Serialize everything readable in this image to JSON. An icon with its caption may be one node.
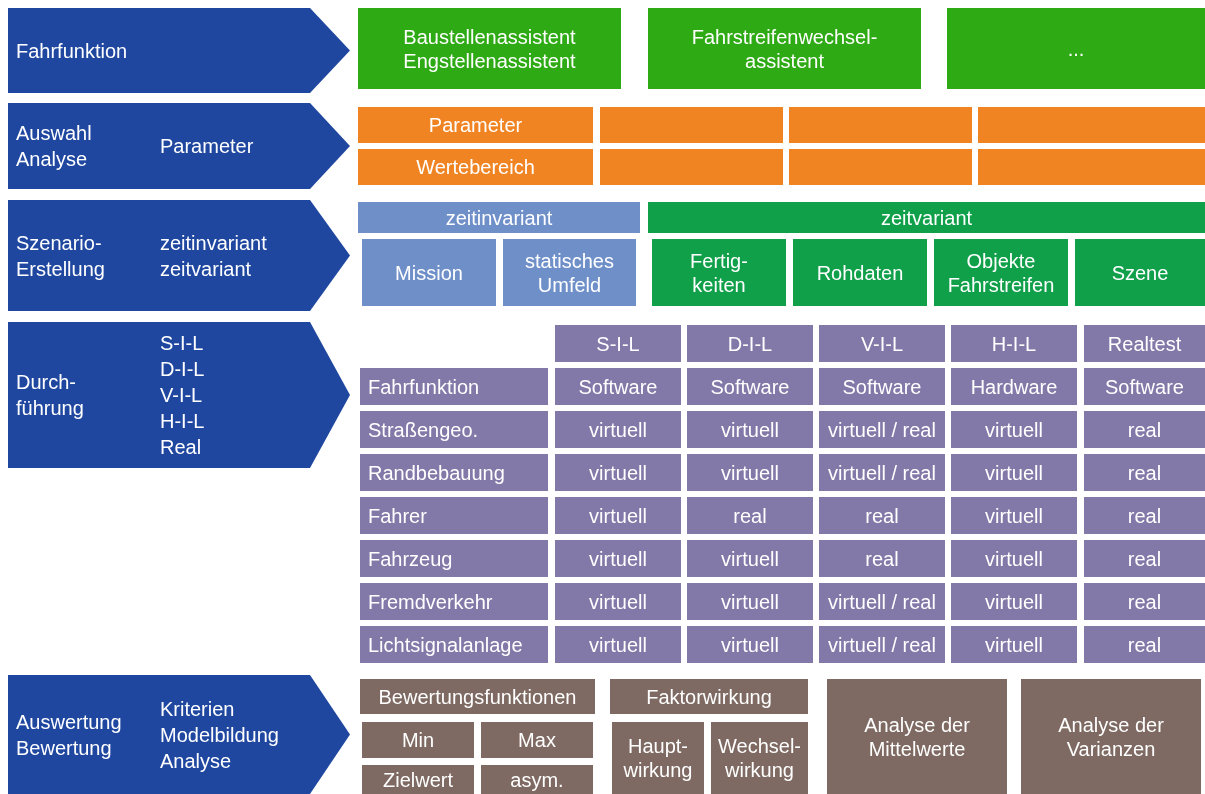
{
  "diagram": {
    "nodes": [
      {
        "text": [
          "Fahrfunktion"
        ]
      },
      {
        "text": [
          "Auswahl Analyse",
          "Parameter"
        ]
      },
      {
        "text": [
          "Szenario-Erstellung",
          "zeitinvariant zeitvariant"
        ]
      },
      {
        "text": [
          "Durch-führung",
          "S-I-L D-I-L V-I-L H-I-L Real"
        ]
      },
      {
        "text": [
          "Auswertung Bewertung",
          "Kriterien Modelbildung Analyse"
        ]
      },
      {
        "text": [
          "Baustellenassistent Engstellenassistent"
        ]
      },
      {
        "text": [
          "Fahrstreifenwechsel-assistent"
        ]
      },
      {
        "text": [
          "..."
        ]
      },
      {
        "text": [
          "Parameter"
        ]
      },
      {
        "text": [],
        "shape": "box"
      },
      {
        "text": [],
        "shape": "box"
      },
      {
        "text": [],
        "shape": "box"
      },
      {
        "text": [
          "Wertebereich"
        ]
      },
      {
        "text": [],
        "shape": "box"
      },
      {
        "text": [],
        "shape": "box"
      },
      {
        "text": [],
        "shape": "box"
      },
      {
        "text": [
          "zeitinvariant"
        ]
      },
      {
        "text": [
          "zeitvariant"
        ]
      },
      {
        "text": [
          "Mission"
        ]
      },
      {
        "text": [
          "statisches Umfeld"
        ]
      },
      {
        "text": [
          "Fertig-keiten"
        ]
      },
      {
        "text": [
          "Rohdaten"
        ]
      },
      {
        "text": [
          "Objekte Fahrstreifen"
        ]
      },
      {
        "text": [
          "Szene"
        ]
      },
      {
        "text": [
          "S-I-L"
        ]
      },
      {
        "text": [
          "D-I-L"
        ]
      },
      {
        "text": [
          "V-I-L"
        ]
      },
      {
        "text": [
          "H-I-L"
        ]
      },
      {
        "text": [
          "Realtest"
        ]
      },
      {
        "text": [
          "Fahrfunktion"
        ]
      },
      {
        "text": [
          "Software"
        ]
      },
      {
        "text": [
          "Software"
        ]
      },
      {
        "text": [
          "Software"
        ]
      },
      {
        "text": [
          "Hardware"
        ]
      },
      {
        "text": [
          "Software"
        ]
      },
      {
        "text": [
          "Straßengeo."
        ]
      },
      {
        "text": [
          "virtuell"
        ]
      },
      {
        "text": [
          "virtuell"
        ]
      },
      {
        "text": [
          "virtuell / real"
        ]
      },
      {
        "text": [
          "virtuell"
        ]
      },
      {
        "text": [
          "real"
        ]
      },
      {
        "text": [
          "Randbebauung"
        ]
      },
      {
        "text": [
          "virtuell"
        ]
      },
      {
        "text": [
          "virtuell"
        ]
      },
      {
        "text": [
          "virtuell / real"
        ]
      },
      {
        "text": [
          "virtuell"
        ]
      },
      {
        "text": [
          "real"
        ]
      },
      {
        "text": [
          "Fahrer"
        ]
      },
      {
        "text": [
          "virtuell"
        ]
      },
      {
        "text": [
          "real"
        ]
      },
      {
        "text": [
          "real"
        ]
      },
      {
        "text": [
          "virtuell"
        ]
      },
      {
        "text": [
          "real"
        ]
      },
      {
        "text": [
          "Fahrzeug"
        ]
      },
      {
        "text": [
          "virtuell"
        ]
      },
      {
        "text": [
          "virtuell"
        ]
      },
      {
        "text": [
          "real"
        ]
      },
      {
        "text": [
          "virtuell"
        ]
      },
      {
        "text": [
          "real"
        ]
      },
      {
        "text": [
          "Fremdverkehr"
        ]
      },
      {
        "text": [
          "virtuell"
        ]
      },
      {
        "text": [
          "virtuell"
        ]
      },
      {
        "text": [
          "virtuell / real"
        ]
      },
      {
        "text": [
          "virtuell"
        ]
      },
      {
        "text": [
          "real"
        ]
      },
      {
        "text": [
          "Lichtsignalanlage"
        ]
      },
      {
        "text": [
          "virtuell"
        ]
      },
      {
        "text": [
          "virtuell"
        ]
      },
      {
        "text": [
          "virtuell / real"
        ]
      },
      {
        "text": [
          "virtuell"
        ]
      },
      {
        "text": [
          "real"
        ]
      },
      {
        "text": [
          "Bewertungsfunktionen"
        ]
      },
      {
        "text": [
          "Faktorwirkung"
        ]
      },
      {
        "text": [
          "Analyse der Mittelwerte"
        ]
      },
      {
        "text": [
          "Analyse der Varianzen"
        ]
      },
      {
        "text": [
          "Min"
        ]
      },
      {
        "text": [
          "Max"
        ]
      },
      {
        "text": [
          "Haupt-wirkung"
        ]
      },
      {
        "text": [
          "Wechsel-wirkung"
        ]
      },
      {
        "text": [
          "Zielwert"
        ]
      },
      {
        "text": [
          "asym."
        ]
      }
    ]
  }
}
